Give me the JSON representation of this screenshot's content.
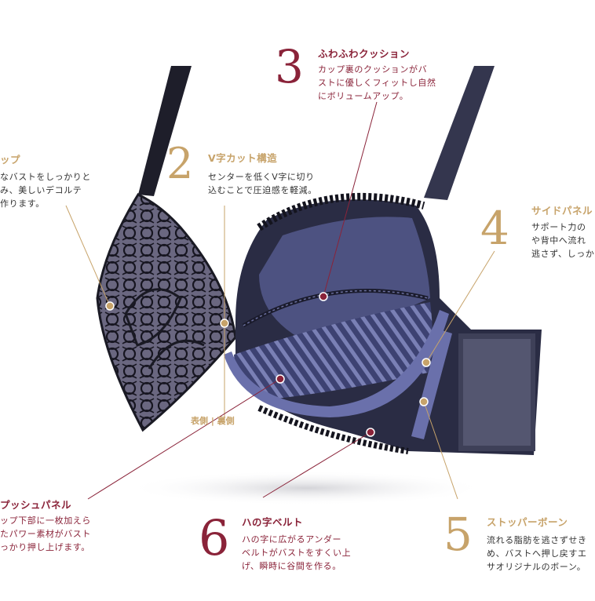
{
  "colors": {
    "accent_red": "#8a2339",
    "accent_gold": "#c7a36a",
    "fabric_navy": "#2a2c44",
    "fabric_blue": "#5a5f95"
  },
  "features": [
    {
      "id": "1",
      "number": "",
      "title": "ップ",
      "lines": [
        "なバストをしっかりと",
        "み、美しいデコルテ",
        "作ります。"
      ]
    },
    {
      "id": "2",
      "number": "2",
      "title": "V字カット構造",
      "lines": [
        "センターを低くV字に切り",
        "込むことで圧迫感を軽減。"
      ]
    },
    {
      "id": "3",
      "number": "3",
      "title": "ふわふわクッション",
      "lines": [
        "カップ裏のクッションがバ",
        "ストに優しくフィットし自然",
        "にボリュームアップ。"
      ]
    },
    {
      "id": "4",
      "number": "4",
      "title": "サイドパネル",
      "lines": [
        "サポート力の",
        "や背中へ流れ",
        "逃さず、しっか"
      ]
    },
    {
      "id": "5",
      "number": "5",
      "title": "ストッパーボーン",
      "lines": [
        "流れる脂肪を逃さずせき",
        "め、バストへ押し戻すエ",
        "サオリジナルのボーン。"
      ]
    },
    {
      "id": "6",
      "number": "6",
      "title": "ハの字ベルト",
      "lines": [
        "ハの字に広がるアンダー",
        "ベルトがバストをすくい上",
        "げ、瞬時に谷間を作る。"
      ]
    },
    {
      "id": "7",
      "number": "",
      "title": "プッシュパネル",
      "lines": [
        "ップ下部に一枚加えら",
        "たパワー素材がバスト",
        "っかり押し上げます。"
      ]
    }
  ],
  "center_label": "表側 | 裏側"
}
